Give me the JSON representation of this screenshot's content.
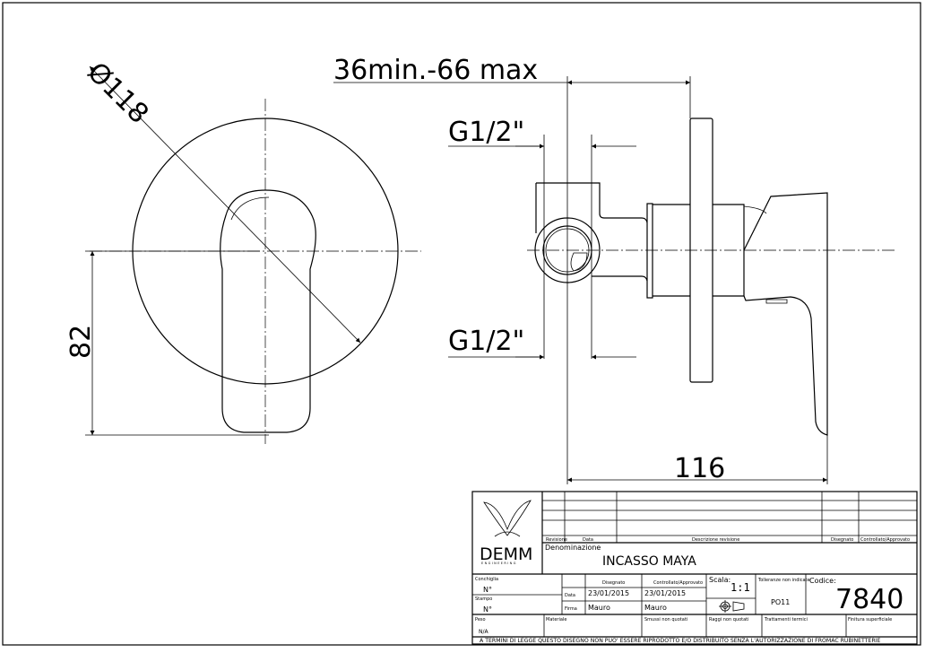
{
  "dimensions": {
    "diameter": "Ø118",
    "depth_range": "36min.-66 max",
    "thread_top": "G1/2\"",
    "thread_bottom": "G1/2\"",
    "height": "82",
    "length": "116"
  },
  "title_block": {
    "brand": "DEMM",
    "brand_sub": "ENGINEERING",
    "revision_headers": [
      "Revisione",
      "Data",
      "Descrizione revisione",
      "Disegnato",
      "Controllato/Approvato"
    ],
    "denominazione_label": "Denominazione",
    "denominazione": "INCASSO MAYA",
    "conchiglia_label": "Conchiglia",
    "conchiglia_value": "N°",
    "stampo_label": "Stampo",
    "stampo_value": "N°",
    "disegnato_label": "Disegnato",
    "controllato_label": "Controllato/Approvato",
    "data_label": "Data",
    "firma_label": "Firma",
    "disegnato_data": "23/01/2015",
    "controllato_data": "23/01/2015",
    "disegnato_firma": "Mauro",
    "controllato_firma": "Mauro",
    "scala_label": "Scala:",
    "scala_value": "1:1",
    "tolleranze_label": "Tolleranze non indicate",
    "tolleranze_value": "PO11",
    "codice_label": "Codice:",
    "codice_value": "7840",
    "peso_label": "Peso",
    "peso_value": "N/A",
    "materiale_label": "Materiale",
    "smussi_label": "Smussi non quotati",
    "raggi_label": "Raggi non quotati",
    "trattamenti_label": "Trattamenti termici",
    "finitura_label": "Finitura superficiale",
    "footer": "A TERMINI DI LEGGE QUESTO DISEGNO NON PUO' ESSERE RIPRODOTTO E/O DISTRIBUITO SENZA L'AUTORIZZAZIONE DI FROMAC RUBINETTERIE"
  }
}
